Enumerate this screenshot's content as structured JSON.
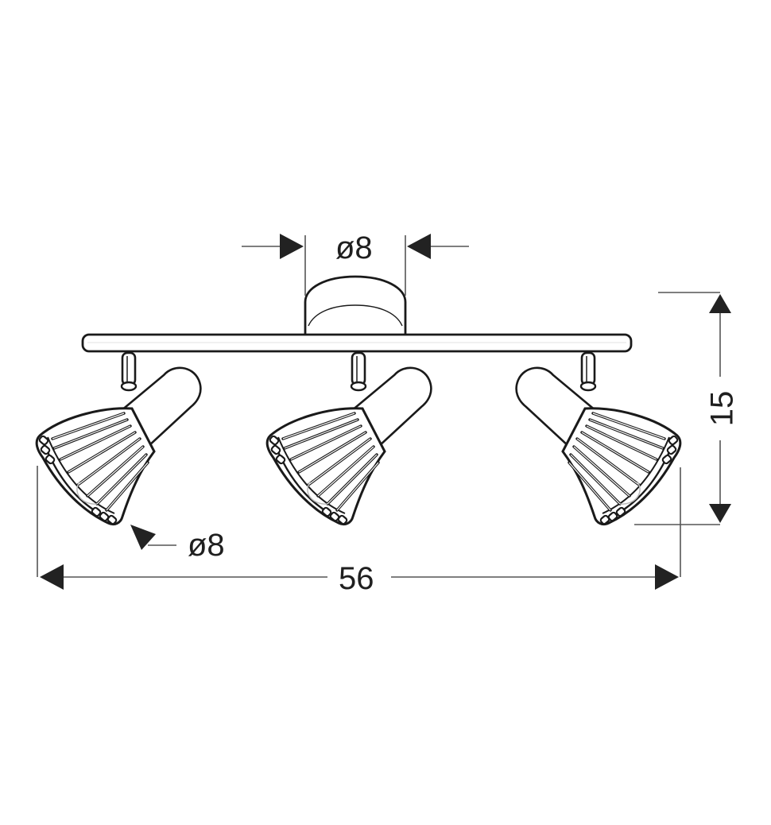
{
  "diagram": {
    "subject": "Three-spotlight ceiling track lamp, technical dimension drawing",
    "units": "cm",
    "colors": {
      "line": "#1a1a1a",
      "dimension_line": "#555555",
      "arrow": "#222222",
      "background": "#ffffff",
      "text": "#1f1f1f"
    },
    "dimensions": {
      "canopy_diameter": {
        "label": "ø8",
        "value": 8,
        "orientation": "horizontal"
      },
      "shade_diameter": {
        "label": "ø8",
        "value": 8,
        "orientation": "diagonal-pointer"
      },
      "total_width": {
        "label": "56",
        "value": 56,
        "orientation": "horizontal"
      },
      "total_height": {
        "label": "15",
        "value": 15,
        "orientation": "vertical"
      }
    },
    "components": [
      {
        "name": "ceiling canopy",
        "shape": "round"
      },
      {
        "name": "mounting bar",
        "shape": "horizontal tube"
      },
      {
        "name": "spotlight left",
        "direction": "down-left"
      },
      {
        "name": "spotlight center",
        "direction": "down-left"
      },
      {
        "name": "spotlight right",
        "direction": "down-right"
      }
    ]
  }
}
